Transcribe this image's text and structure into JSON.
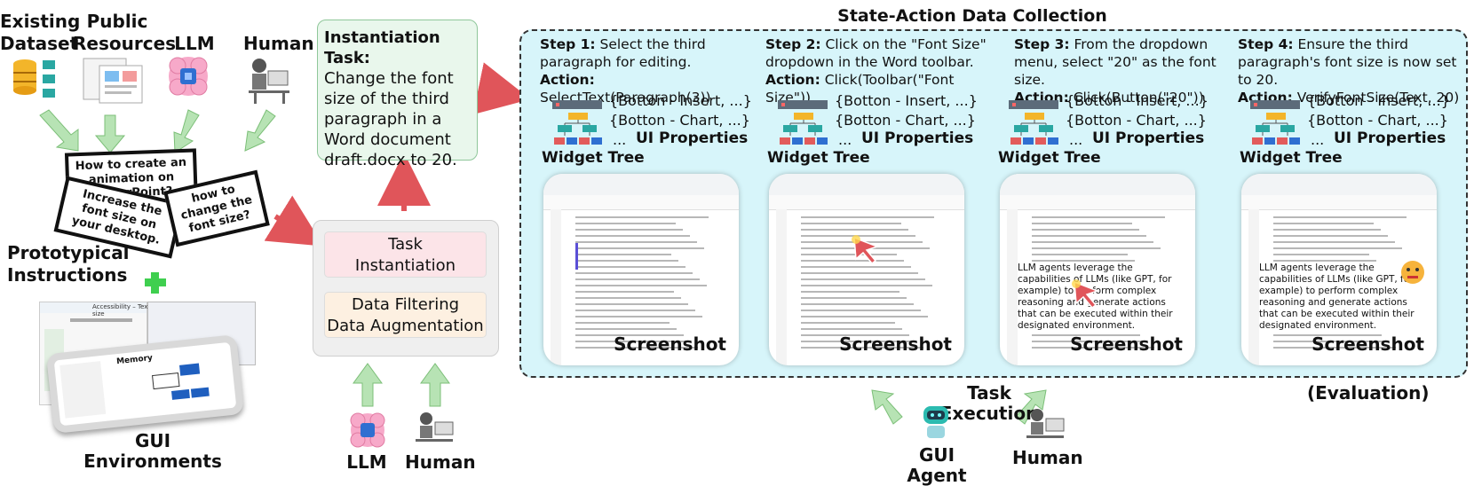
{
  "title": "State-Action Data Collection",
  "sources": [
    {
      "label": "Existing\nDataset",
      "icon": "database-icon"
    },
    {
      "label": "Public\nResources",
      "icon": "documents-icon"
    },
    {
      "label": "LLM",
      "icon": "brain-chip-icon"
    },
    {
      "label": "Human",
      "icon": "person-at-desk-icon"
    }
  ],
  "notes": [
    "How to create an animation on PowerPoint?",
    "Increase the font size on your desktop.",
    "how to change the font size?"
  ],
  "prototypical_label": "Prototypical\nInstructions",
  "gui_env_label": "GUI Environments",
  "gui_env_screen": {
    "title": "Accessibility – Text size",
    "slide_title": "Memory"
  },
  "task_card": {
    "heading": "Instantiation Task:",
    "body": "Change the font size of the third paragraph in a Word document draft.docx to 20."
  },
  "pipeline": {
    "task_instantiation": "Task\nInstantiation",
    "filtering": "Data Filtering\nData Augmentation"
  },
  "bottom_sources": [
    "LLM",
    "Human"
  ],
  "steps": [
    {
      "title": "Step 1:",
      "text": " Select the third paragraph for editing.",
      "action_label": "Action:",
      "action": " SelectText(Paragraph(3))"
    },
    {
      "title": "Step 2:",
      "text": " Click on the \"Font Size\" dropdown in the Word toolbar.",
      "action_label": "Action:",
      "action": " Click(Toolbar(\"Font Size\"))"
    },
    {
      "title": "Step 3:",
      "text": " From the dropdown menu, select \"20\" as the font size.",
      "action_label": "Action:",
      "action": " Click(Button(\"20\"))"
    },
    {
      "title": "Step 4:",
      "text": "  Ensure the third paragraph's font size is now set to 20.",
      "action_label": "Action:",
      "action": " VerifyFontSize(Text, 20)"
    }
  ],
  "ui_props": [
    "{Botton - Insert, ...}",
    "{Botton - Chart,  ...}",
    "..."
  ],
  "widget_tree_label": "Widget Tree",
  "ui_properties_label": "UI Properties",
  "screenshot_label": "Screenshot",
  "enlarged_text": "LLM agents leverage the capabilities of LLMs (like GPT, for example) to perform complex reasoning and generate actions that can be executed within their designated environment.",
  "task_execution_label": "Task Execution",
  "evaluation_label": "(Evaluation)",
  "agent_label": "GUI Agent",
  "human_label": "Human",
  "colors": {
    "arrow_green": "#b7e3b4",
    "arrow_red": "#e0555a",
    "panel_bg": "#d7f5fa",
    "task_pink": "#fce4e8",
    "task_cream": "#fdf0e1"
  }
}
